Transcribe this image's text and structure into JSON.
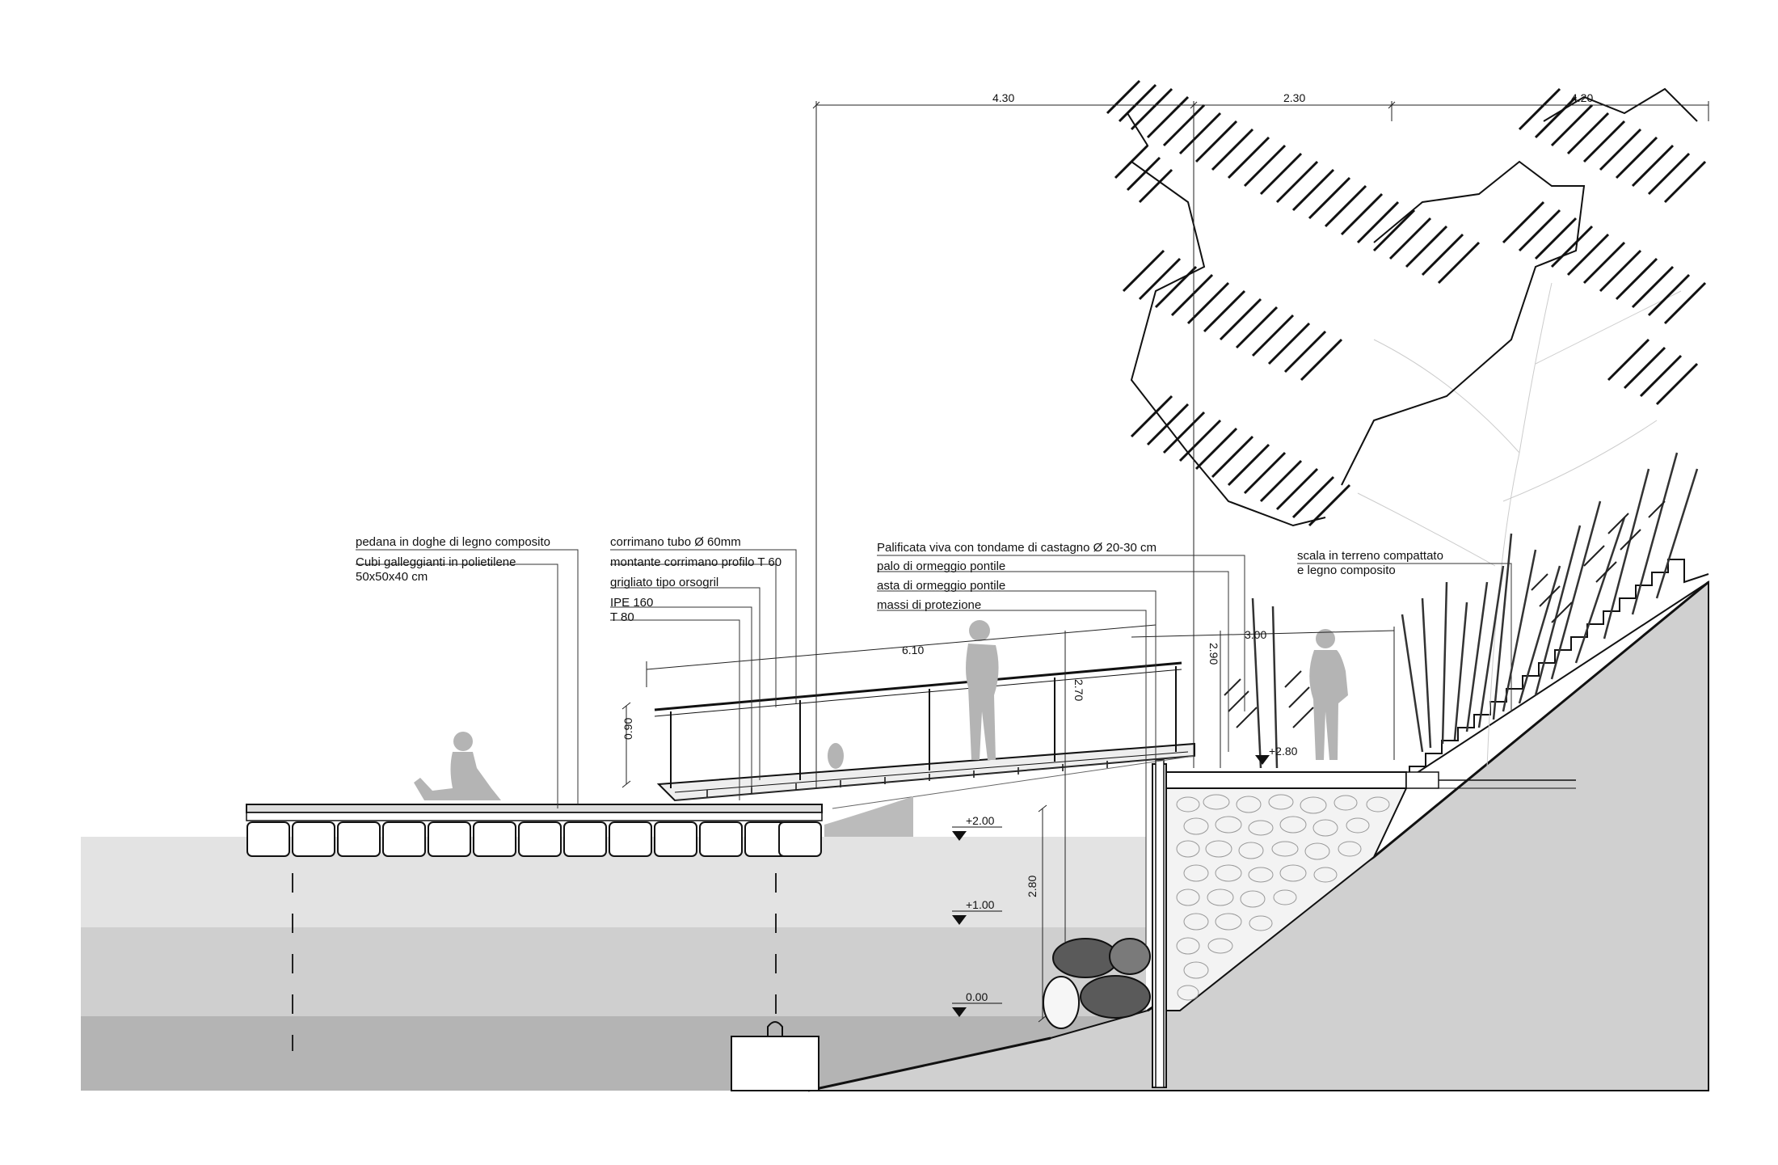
{
  "labels": {
    "pedana": "pedana in doghe di legno composito",
    "cubi": "Cubi galleggianti in polietilene",
    "cubi_size": "50x50x40 cm",
    "corrimano": "corrimano tubo Ø 60mm",
    "montante": "montante corrimano profilo T 60",
    "grigliato": "grigliato tipo orsogril",
    "ipe": "IPE 160",
    "t80": "T 80",
    "palificata": "Palificata viva con tondame di castagno Ø 20-30 cm",
    "palo": "palo di ormeggio pontile",
    "asta": "asta di ormeggio pontile",
    "massi": "massi di protezione",
    "scala": "scala in terreno compattato",
    "scala2": "e legno composito"
  },
  "dimensions": {
    "d430": "4.30",
    "d230": "2.30",
    "d420": "4.20",
    "d610": "6.10",
    "d270": "2.70",
    "d290": "2.90",
    "d300": "3.00",
    "d090": "0.90",
    "d280a": "2.80",
    "d280b": "+2.80"
  },
  "levels": {
    "l200": "+2.00",
    "l100": "+1.00",
    "l000": "0.00"
  }
}
